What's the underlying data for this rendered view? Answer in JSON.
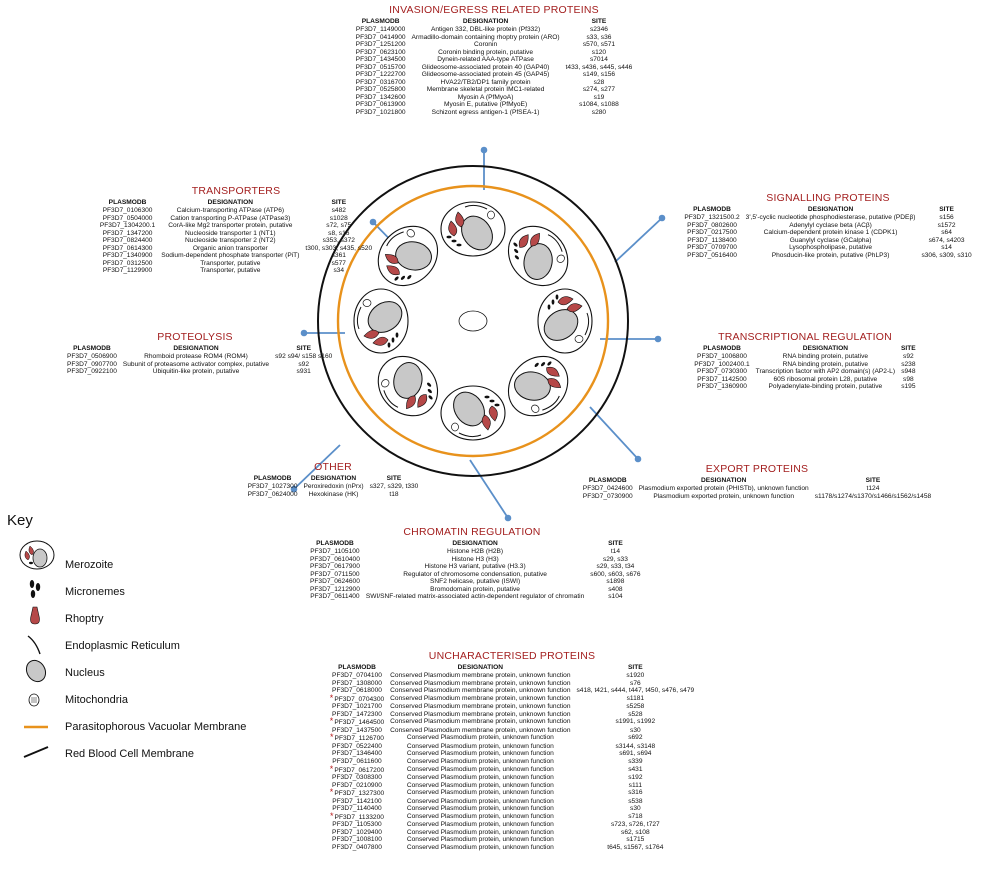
{
  "colors": {
    "title": "#a31f1f",
    "connector": "#5b8fc9",
    "pvm": "#e8921c",
    "rbc": "#111111",
    "rhoptry": "#b54848",
    "nucleus": "#c8c8c8"
  },
  "invasion": {
    "title": "INVASION/EGRESS RELATED PROTEINS",
    "headers": [
      "PLASMODB",
      "DESIGNATION",
      "SITE"
    ],
    "rows": [
      {
        "id": "PF3D7_1149000",
        "designation": "Antigen 332, DBL-like protein (Pf332)",
        "site": "s2346"
      },
      {
        "id": "PF3D7_0414900",
        "designation": "Armadillo-domain containing rhoptry protein (ARO)",
        "site": "s33, s36"
      },
      {
        "id": "PF3D7_1251200",
        "designation": "Coronin",
        "site": "s570, s571"
      },
      {
        "id": "PF3D7_0623100",
        "designation": "Coronin binding protein, putative",
        "site": "s120"
      },
      {
        "id": "PF3D7_1434500",
        "designation": "Dynein-related AAA-type ATPase",
        "site": "s7014"
      },
      {
        "id": "PF3D7_0515700",
        "designation": "Glideosome-associated protein 40 (GAP40)",
        "site": "t433, s436, s445, s446"
      },
      {
        "id": "PF3D7_1222700",
        "designation": "Glideosome-associated protein 45 (GAP45)",
        "site": "s149, s156"
      },
      {
        "id": "PF3D7_0316700",
        "designation": "HVA22/TB2/DP1 family protein",
        "site": "s28"
      },
      {
        "id": "PF3D7_0525800",
        "designation": "Membrane skeletal protein IMC1-related",
        "site": "s274, s277"
      },
      {
        "id": "PF3D7_1342600",
        "designation": "Myosin A (PfMyoA)",
        "site": "s19"
      },
      {
        "id": "PF3D7_0613900",
        "designation": "Myosin E, putative (PfMyoE)",
        "site": "s1084, s1088"
      },
      {
        "id": "PF3D7_1021800",
        "designation": "Schizont egress antigen-1 (PfSEA-1)",
        "site": "s280"
      }
    ]
  },
  "transporters": {
    "title": "TRANSPORTERS",
    "headers": [
      "PLASMODB",
      "DESIGNATION",
      "SITE"
    ],
    "rows": [
      {
        "id": "PF3D7_0106300",
        "designation": "Calcium-transporting ATPase (ATP6)",
        "site": "s482"
      },
      {
        "id": "PF3D7_0504000",
        "designation": "Cation transporting P-ATPase (ATPase3)",
        "site": "s1028"
      },
      {
        "id": "PF3D7_1304200.1",
        "designation": "CorA-like Mg2 transporter protein, putative",
        "site": "s72, s75"
      },
      {
        "id": "PF3D7_1347200",
        "designation": "Nucleoside transporter 1 (NT1)",
        "site": "s8, s16"
      },
      {
        "id": "PF3D7_0824400",
        "designation": "Nucleoside transporter 2 (NT2)",
        "site": "s353, s372"
      },
      {
        "id": "PF3D7_0614300",
        "designation": "Organic anion transporter",
        "site": "t300, s303, s435, s520"
      },
      {
        "id": "PF3D7_1340900",
        "designation": "Sodium-dependent phosphate transporter (PiT)",
        "site": "s361"
      },
      {
        "id": "PF3D7_0312500",
        "designation": "Transporter, putative",
        "site": "s577"
      },
      {
        "id": "PF3D7_1129900",
        "designation": "Transporter, putative",
        "site": "s34"
      }
    ]
  },
  "signalling": {
    "title": "SIGNALLING PROTEINS",
    "headers": [
      "PLASMODB",
      "DESIGNATION",
      "SITE"
    ],
    "rows": [
      {
        "id": "PF3D7_1321500.2",
        "designation": "3',5'-cyclic nucleotide phosphodiesterase, putative (PDEβ)",
        "site": "s156"
      },
      {
        "id": "PF3D7_0802600",
        "designation": "Adenylyl cyclase beta (ACβ)",
        "site": "s1572"
      },
      {
        "id": "PF3D7_0217500",
        "designation": "Calcium-dependent protein kinase 1 (CDPK1)",
        "site": "s64"
      },
      {
        "id": "PF3D7_1138400",
        "designation": "Guanylyl cyclase (GCalpha)",
        "site": "s674, s4203"
      },
      {
        "id": "PF3D7_0709700",
        "designation": "Lysophospholipase, putative",
        "site": "s14"
      },
      {
        "id": "PF3D7_0516400",
        "designation": "Phosducin-like protein, putative (PhLP3)",
        "site": "s306, s309, s310"
      }
    ]
  },
  "proteolysis": {
    "title": "PROTEOLYSIS",
    "headers": [
      "PLASMODB",
      "DESIGNATION",
      "SITE"
    ],
    "rows": [
      {
        "id": "PF3D7_0506900",
        "designation": "Rhomboid protease ROM4 (ROM4)",
        "site": "s92 s94/ s158 s160"
      },
      {
        "id": "PF3D7_0907700",
        "designation": "Subunit of proteasome activator complex, putative",
        "site": "s92"
      },
      {
        "id": "PF3D7_0922100",
        "designation": "Ubiquitin-like protein, putative",
        "site": "s931"
      }
    ]
  },
  "transcription": {
    "title": "TRANSCRIPTIONAL REGULATION",
    "headers": [
      "PLASMODB",
      "DESIGNATION",
      "SITE"
    ],
    "rows": [
      {
        "id": "PF3D7_1006800",
        "designation": "RNA binding protein, putative",
        "site": "s92"
      },
      {
        "id": "PF3D7_1002400.1",
        "designation": "RNA binding protein, putative",
        "site": "s238"
      },
      {
        "id": "PF3D7_0730300",
        "designation": "Transcription factor with AP2 domain(s) (AP2-L)",
        "site": "s948"
      },
      {
        "id": "PF3D7_1142500",
        "designation": "60S ribosomal protein L28, putative",
        "site": "s98"
      },
      {
        "id": "PF3D7_1360900",
        "designation": "Polyadenylate-binding protein, putative",
        "site": "s195"
      }
    ]
  },
  "other": {
    "title": "OTHER",
    "headers": [
      "PLASMODB",
      "DESIGNATION",
      "SITE"
    ],
    "rows": [
      {
        "id": "PF3D7_1027300",
        "designation": "Peroxiredoxin (nPrx)",
        "site": "s327, s329, t330"
      },
      {
        "id": "PF3D7_0624000",
        "designation": "Hexokinase (HK)",
        "site": "t18"
      }
    ]
  },
  "export": {
    "title": "EXPORT PROTEINS",
    "headers": [
      "PLASMODB",
      "DESIGNATION",
      "SITE"
    ],
    "rows": [
      {
        "id": "PF3D7_0424600",
        "designation": "Plasmodium exported protein (PHISTb), unknown function",
        "site": "t124"
      },
      {
        "id": "PF3D7_0730900",
        "designation": "Plasmodium exported protein, unknown function",
        "site": "s1178/s1274/s1370/s1466/s1562/s1458"
      }
    ]
  },
  "chromatin": {
    "title": "CHROMATIN REGULATION",
    "headers": [
      "PLASMODB",
      "DESIGNATION",
      "SITE"
    ],
    "rows": [
      {
        "id": "PF3D7_1105100",
        "designation": "Histone H2B (H2B)",
        "site": "t14"
      },
      {
        "id": "PF3D7_0610400",
        "designation": "Histone H3 (H3)",
        "site": "s29, s33"
      },
      {
        "id": "PF3D7_0617900",
        "designation": "Histone H3 variant, putative (H3.3)",
        "site": "s29, s33, t34"
      },
      {
        "id": "PF3D7_0711500",
        "designation": "Regulator of chromosome condensation, putative",
        "site": "s600, s603, s676"
      },
      {
        "id": "PF3D7_0624600",
        "designation": "SNF2 helicase, putative (ISWI)",
        "site": "s1898"
      },
      {
        "id": "PF3D7_1212900",
        "designation": "Bromodomain protein, putative",
        "site": "s408"
      },
      {
        "id": "PF3D7_0611400",
        "designation": "SWI/SNF-related matrix-associated actin-dependent regulator of chromatin",
        "site": "s104"
      }
    ]
  },
  "uncharacterised": {
    "title": "UNCHARACTERISED PROTEINS",
    "headers": [
      "PLASMODB",
      "DESIGNATION",
      "SITE"
    ],
    "rows": [
      {
        "star": "",
        "id": "PF3D7_0704100",
        "designation": "Conserved Plasmodium membrane protein, unknown function",
        "site": "s1920"
      },
      {
        "star": "",
        "id": "PF3D7_1308000",
        "designation": "Conserved Plasmodium membrane protein, unknown function",
        "site": "s76"
      },
      {
        "star": "",
        "id": "PF3D7_0618000",
        "designation": "Conserved Plasmodium membrane protein, unknown function",
        "site": "s418, t421, s444, t447, t450, s476, s479"
      },
      {
        "star": "*",
        "id": "PF3D7_0704300",
        "designation": "Conserved Plasmodium membrane protein, unknown function",
        "site": "s1181"
      },
      {
        "star": "",
        "id": "PF3D7_1021700",
        "designation": "Conserved Plasmodium membrane protein, unknown function",
        "site": "s5258"
      },
      {
        "star": "",
        "id": "PF3D7_1472300",
        "designation": "Conserved Plasmodium membrane protein, unknown function",
        "site": "s528"
      },
      {
        "star": "*",
        "id": "PF3D7_1464500",
        "designation": "Conserved Plasmodium membrane protein, unknown function",
        "site": "s1991, s1992"
      },
      {
        "star": "",
        "id": "PF3D7_1437500",
        "designation": "Conserved Plasmodium membrane protein, unknown function",
        "site": "s30"
      },
      {
        "star": "*",
        "id": "PF3D7_1126700",
        "designation": "Conserved Plasmodium protein, unknown function",
        "site": "s692"
      },
      {
        "star": "",
        "id": "PF3D7_0522400",
        "designation": "Conserved Plasmodium protein, unknown function",
        "site": "s3144, s3148"
      },
      {
        "star": "",
        "id": "PF3D7_1346400",
        "designation": "Conserved Plasmodium protein, unknown function",
        "site": "s691, s694"
      },
      {
        "star": "",
        "id": "PF3D7_0611600",
        "designation": "Conserved Plasmodium protein, unknown function",
        "site": "s339"
      },
      {
        "star": "*",
        "id": "PF3D7_0617200",
        "designation": "Conserved Plasmodium protein, unknown function",
        "site": "s431"
      },
      {
        "star": "",
        "id": "PF3D7_0308300",
        "designation": "Conserved Plasmodium protein, unknown function",
        "site": "s192"
      },
      {
        "star": "",
        "id": "PF3D7_0210900",
        "designation": "Conserved Plasmodium protein, unknown function",
        "site": "s111"
      },
      {
        "star": "*",
        "id": "PF3D7_1327300",
        "designation": "Conserved Plasmodium protein, unknown function",
        "site": "s316"
      },
      {
        "star": "",
        "id": "PF3D7_1142100",
        "designation": "Conserved Plasmodium protein, unknown function",
        "site": "s538"
      },
      {
        "star": "",
        "id": "PF3D7_1140400",
        "designation": "Conserved Plasmodium protein, unknown function",
        "site": "s30"
      },
      {
        "star": "*",
        "id": "PF3D7_1133200",
        "designation": "Conserved Plasmodium protein, unknown function",
        "site": "s718"
      },
      {
        "star": "",
        "id": "PF3D7_1105300",
        "designation": "Conserved Plasmodium protein, unknown function",
        "site": "s723, s726, t727"
      },
      {
        "star": "",
        "id": "PF3D7_1029400",
        "designation": "Conserved Plasmodium protein, unknown function",
        "site": "s62, s108"
      },
      {
        "star": "",
        "id": "PF3D7_1008100",
        "designation": "Conserved Plasmodium protein, unknown function",
        "site": "s1715"
      },
      {
        "star": "",
        "id": "PF3D7_0407800",
        "designation": "Conserved Plasmodium protein, unknown function",
        "site": "t645, s1567, s1764"
      }
    ]
  },
  "key": {
    "title": "Key",
    "items": [
      "Merozoite",
      "Micronemes",
      "Rhoptry",
      "Endoplasmic Reticulum",
      "Nucleus",
      "Mitochondria",
      "Parasitophorous Vacuolar Membrane",
      "Red Blood Cell Membrane"
    ]
  }
}
